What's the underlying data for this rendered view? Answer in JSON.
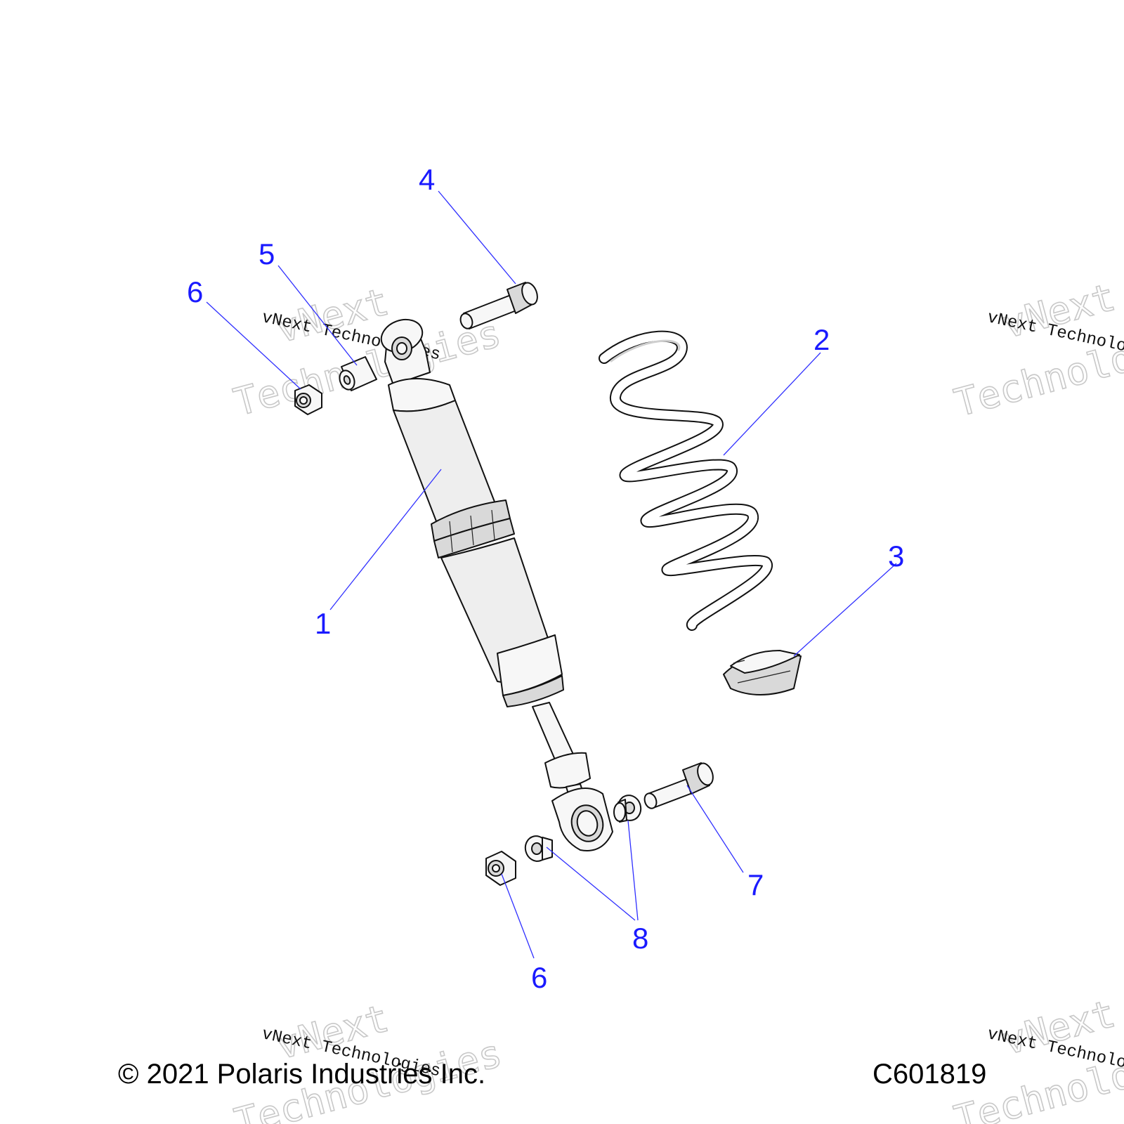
{
  "callouts": {
    "c1": "1",
    "c2": "2",
    "c3": "3",
    "c4": "4",
    "c5": "5",
    "c6_top": "6",
    "c6_bottom": "6",
    "c7": "7",
    "c8": "8"
  },
  "footer": {
    "copyright": "© 2021 Polaris Industries Inc.",
    "figure_code": "C601819"
  },
  "watermark": {
    "brand_line1": "vNext",
    "brand_line2": "Technologies",
    "brand_full": "vNext Technologies"
  },
  "colors": {
    "callout": "#1a1aff",
    "leader": "#3030ff",
    "line_art": "#111111"
  }
}
